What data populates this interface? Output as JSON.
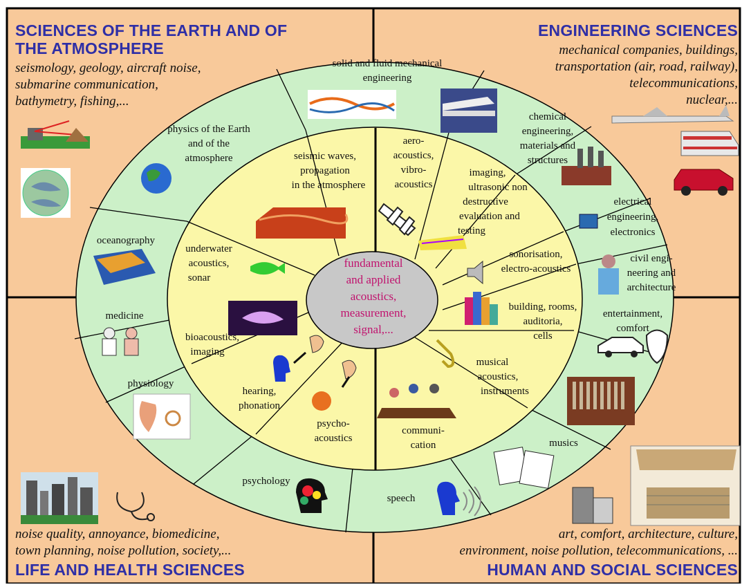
{
  "quadrants": {
    "tl": {
      "title_line1": "SCIENCES OF THE EARTH AND OF",
      "title_line2": "THE ATMOSPHERE",
      "desc_line1": "seismology, geology, aircraft noise,",
      "desc_line2": "submarine communication,",
      "desc_line3": "bathymetry, fishing,..."
    },
    "tr": {
      "title": "ENGINEERING SCIENCES",
      "desc_line1": "mechanical companies, buildings,",
      "desc_line2": "transportation (air, road, railway),",
      "desc_line3": "telecommunications,",
      "desc_line4": "nuclear,..."
    },
    "bl": {
      "title": "LIFE AND HEALTH SCIENCES",
      "desc_line1": "noise quality, annoyance, biomedicine,",
      "desc_line2": "town planning, noise pollution, society,..."
    },
    "br": {
      "title": "HUMAN AND SOCIAL SCIENCES",
      "desc_line1": "art, comfort, architecture, culture,",
      "desc_line2": "environment, noise pollution, telecommunications, ..."
    }
  },
  "center": {
    "line1": "fundamental",
    "line2": "and applied",
    "line3": "acoustics,",
    "line4": "measurement,",
    "line5": "signal,..."
  },
  "outer_ring": {
    "solid_fluid": {
      "line1": "solid and fluid mechanical",
      "line2": "engineering"
    },
    "chemical": {
      "line1": "chemical",
      "line2": "engineering,",
      "line3": "materials  and",
      "line4": "structures"
    },
    "electrical": {
      "line1": "electrical",
      "line2": "engineering,",
      "line3": "electronics"
    },
    "civil": {
      "line1": "civil engi-",
      "line2": "neering and",
      "line3": "architecture"
    },
    "entertainment": {
      "line1": "entertainment,",
      "line2": "comfort"
    },
    "musics": {
      "line1": "musics"
    },
    "speech": {
      "line1": "speech"
    },
    "psychology": {
      "line1": "psychology"
    },
    "physiology": {
      "line1": "physiology"
    },
    "medicine": {
      "line1": "medicine"
    },
    "oceanography": {
      "line1": "oceanography"
    },
    "physics_earth": {
      "line1": "physics of the Earth",
      "line2": "and of the",
      "line3": "atmosphere"
    }
  },
  "inner_ring": {
    "seismic": {
      "line1": "seismic waves,",
      "line2": "propagation",
      "line3": "in the atmosphere"
    },
    "aero": {
      "line1": "aero-",
      "line2": "acoustics,",
      "line3": "vibro-",
      "line4": "acoustics"
    },
    "imaging": {
      "line1": "imaging,",
      "line2": "ultrasonic non",
      "line3": "destructive",
      "line4": "evaluation  and",
      "line5": "testing"
    },
    "sonorisation": {
      "line1": "sonorisation,",
      "line2": "electro-acoustics"
    },
    "building": {
      "line1": "building,  rooms,",
      "line2": "auditoria,",
      "line3": "cells"
    },
    "musical": {
      "line1": "musical",
      "line2": "acoustics,",
      "line3": "instruments"
    },
    "communication": {
      "line1": "communi-",
      "line2": "cation"
    },
    "psycho": {
      "line1": "psycho-",
      "line2": "acoustics"
    },
    "hearing": {
      "line1": "hearing,",
      "line2": "phonation"
    },
    "bio": {
      "line1": "bioacoustics,",
      "line2": "imaging"
    },
    "underwater": {
      "line1": "underwater",
      "line2": "acoustics,",
      "line3": "sonar"
    }
  },
  "colors": {
    "quadrant_bg": "#f8c99a",
    "outer_ring": "#ccf0c8",
    "inner_ring": "#fbf7a8",
    "center": "#c8c8c8",
    "title": "#2f2fa6",
    "center_text": "#c0136e"
  }
}
